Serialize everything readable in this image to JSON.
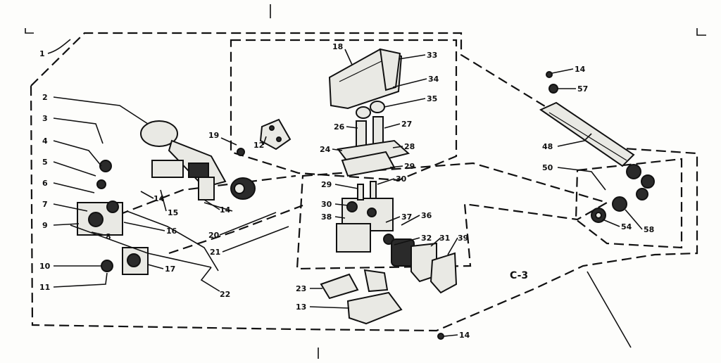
{
  "diagram": {
    "code": "C-3",
    "callouts": [
      {
        "id": "c1",
        "text": "1"
      },
      {
        "id": "c2",
        "text": "2"
      },
      {
        "id": "c3",
        "text": "3"
      },
      {
        "id": "c4",
        "text": "4"
      },
      {
        "id": "c5",
        "text": "5"
      },
      {
        "id": "c6",
        "text": "6"
      },
      {
        "id": "c7",
        "text": "7"
      },
      {
        "id": "c9",
        "text": "9"
      },
      {
        "id": "c8",
        "text": "8"
      },
      {
        "id": "c10",
        "text": "10"
      },
      {
        "id": "c11",
        "text": "11"
      },
      {
        "id": "c14a",
        "text": "14"
      },
      {
        "id": "c15",
        "text": "15"
      },
      {
        "id": "c14b",
        "text": "14"
      },
      {
        "id": "c16",
        "text": "16"
      },
      {
        "id": "c17",
        "text": "17"
      },
      {
        "id": "c20",
        "text": "20"
      },
      {
        "id": "c21",
        "text": "21"
      },
      {
        "id": "c22",
        "text": "22"
      },
      {
        "id": "c18",
        "text": "18"
      },
      {
        "id": "c12",
        "text": "12"
      },
      {
        "id": "c19",
        "text": "19"
      },
      {
        "id": "c33",
        "text": "33"
      },
      {
        "id": "c34",
        "text": "34"
      },
      {
        "id": "c35",
        "text": "35"
      },
      {
        "id": "c26",
        "text": "26"
      },
      {
        "id": "c27",
        "text": "27"
      },
      {
        "id": "c24",
        "text": "24"
      },
      {
        "id": "c28",
        "text": "28"
      },
      {
        "id": "c29a",
        "text": "29"
      },
      {
        "id": "c29b",
        "text": "29"
      },
      {
        "id": "c30a",
        "text": "30"
      },
      {
        "id": "c30b",
        "text": "30"
      },
      {
        "id": "c38",
        "text": "38"
      },
      {
        "id": "c37",
        "text": "37"
      },
      {
        "id": "c36",
        "text": "36"
      },
      {
        "id": "c32",
        "text": "32"
      },
      {
        "id": "c31",
        "text": "31"
      },
      {
        "id": "c39",
        "text": "39"
      },
      {
        "id": "c23",
        "text": "23"
      },
      {
        "id": "c13",
        "text": "13"
      },
      {
        "id": "c14c",
        "text": "14"
      },
      {
        "id": "c14d",
        "text": "14"
      },
      {
        "id": "c57",
        "text": "57"
      },
      {
        "id": "c48",
        "text": "48"
      },
      {
        "id": "c50",
        "text": "50"
      },
      {
        "id": "c54",
        "text": "54"
      },
      {
        "id": "c58",
        "text": "58"
      }
    ]
  }
}
